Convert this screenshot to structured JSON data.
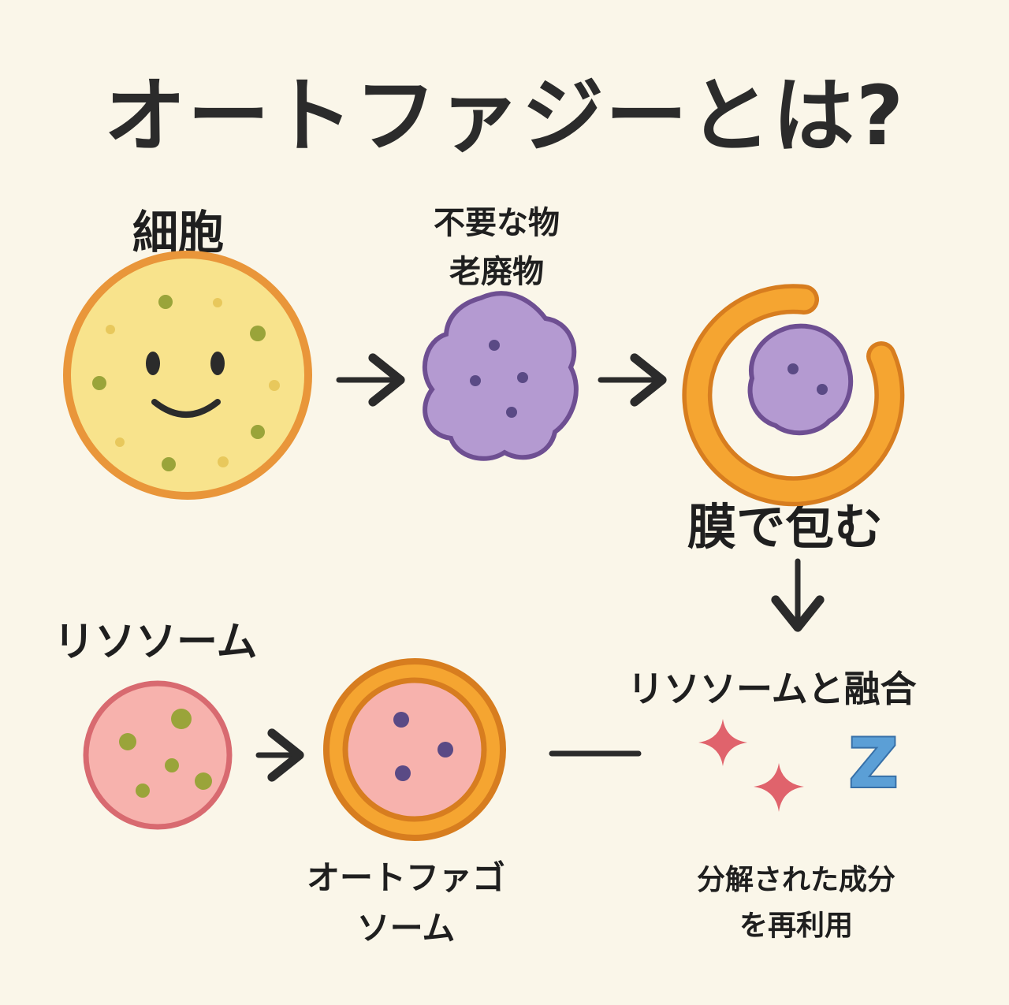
{
  "title": "オートファジーとは?",
  "labels": {
    "cell": "細胞",
    "waste_line1": "不要な物",
    "waste_line2": "老廃物",
    "wrap": "膜で包む",
    "lysosome": "リソソーム",
    "fusion": "リソソームと融合",
    "autophagosome_line1": "オートファゴ",
    "autophagosome_line2": "ソーム",
    "reuse_line1": "分解された成分",
    "reuse_line2": "を再利用",
    "z_letter": "Z"
  },
  "colors": {
    "background": "#faf6e9",
    "cell_fill": "#f8e38c",
    "cell_outline": "#e9963a",
    "waste_fill": "#b49ad1",
    "waste_outline": "#6e4f92",
    "membrane": "#f5a531",
    "membrane_outline": "#d77d1f",
    "lysosome_fill": "#f7b2ad",
    "lysosome_outline": "#d86a70",
    "dots_green": "#9aa43a",
    "dots_purple": "#5a4a85",
    "sparkle": "#e0636c",
    "z_fill": "#5b9fd6",
    "z_outline": "#3770a8",
    "ink": "#2b2b2b"
  }
}
